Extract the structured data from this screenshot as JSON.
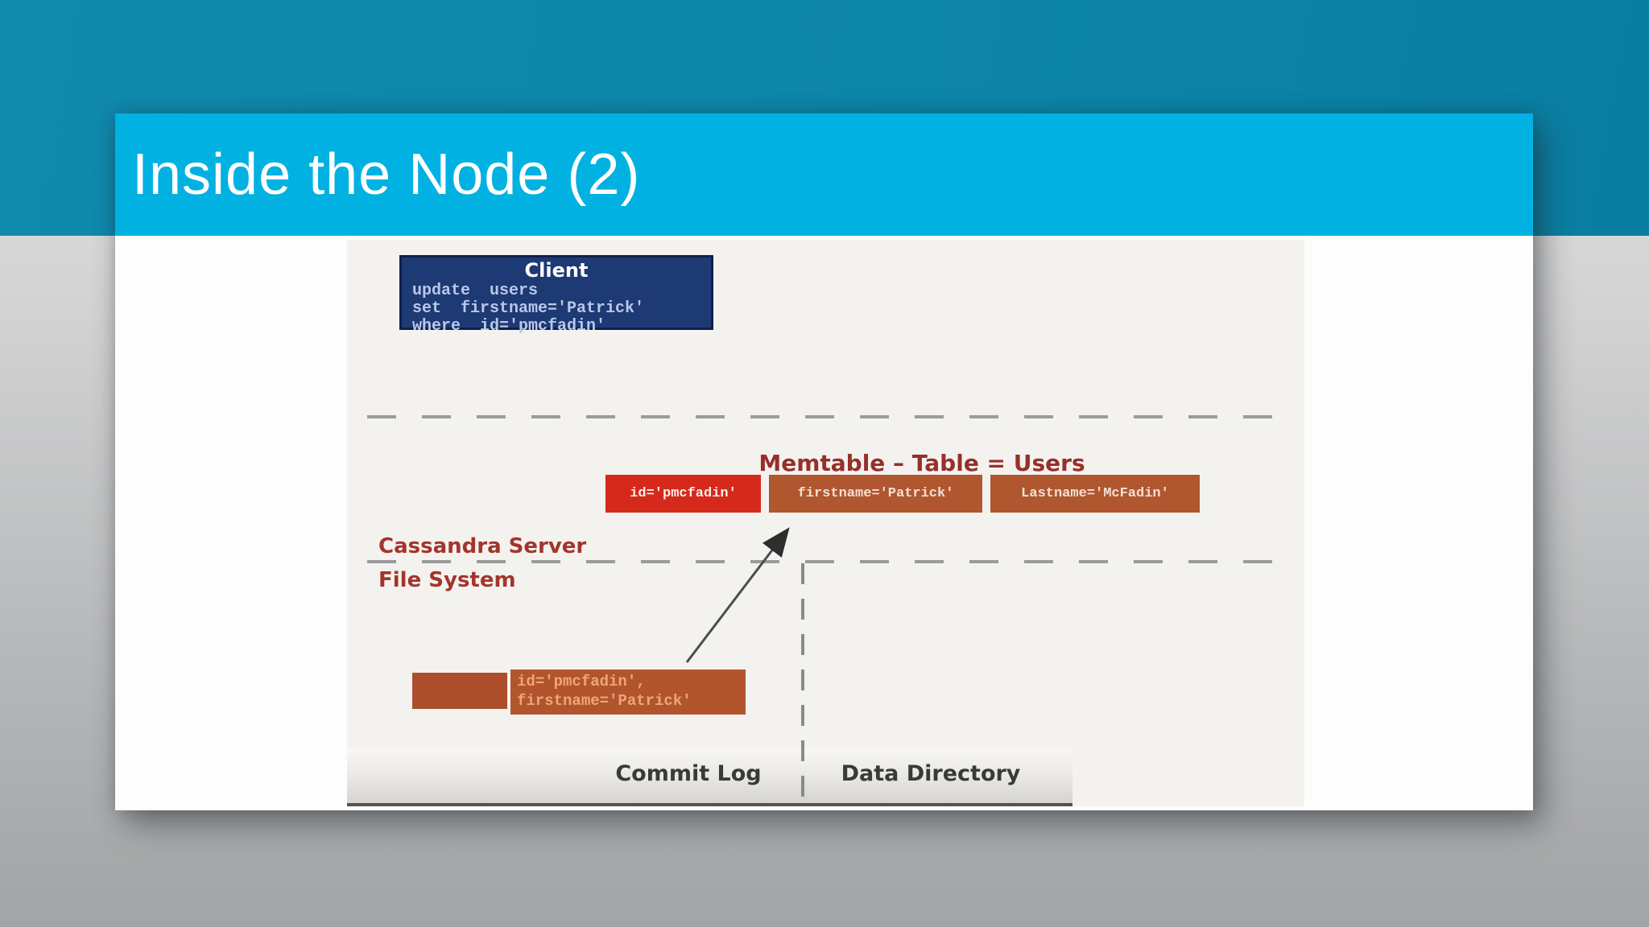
{
  "slide": {
    "title": "Inside the Node (2)"
  },
  "colors": {
    "teal_band": "#0d85a9",
    "title_bar_cyan": "#00b1e2",
    "slide_white": "#fdfdfd",
    "diagram_bg": "#f4f2ef",
    "client_navy": "#1e3a74",
    "memtable_red": "#d5291c",
    "memtable_rust": "#b0572f",
    "maroon_label": "#963029",
    "footer_text": "#3a3a38"
  },
  "diagram": {
    "client_box": {
      "title": "Client",
      "code_lines": [
        "update  users",
        "set  firstname='Patrick'",
        "where  id='pmcfadin'"
      ]
    },
    "memtable": {
      "label": "Memtable – Table = Users",
      "cells": [
        {
          "text": "id='pmcfadin'"
        },
        {
          "text": "firstname='Patrick'"
        },
        {
          "text": "Lastname='McFadin'"
        }
      ]
    },
    "zones": {
      "server_label": "Cassandra Server",
      "filesystem_label": "File System"
    },
    "commit_log_entry": {
      "lines": [
        "id='pmcfadin',",
        "firstname='Patrick'"
      ]
    },
    "footer": {
      "commit_log_label": "Commit Log",
      "data_directory_label": "Data Directory"
    }
  }
}
